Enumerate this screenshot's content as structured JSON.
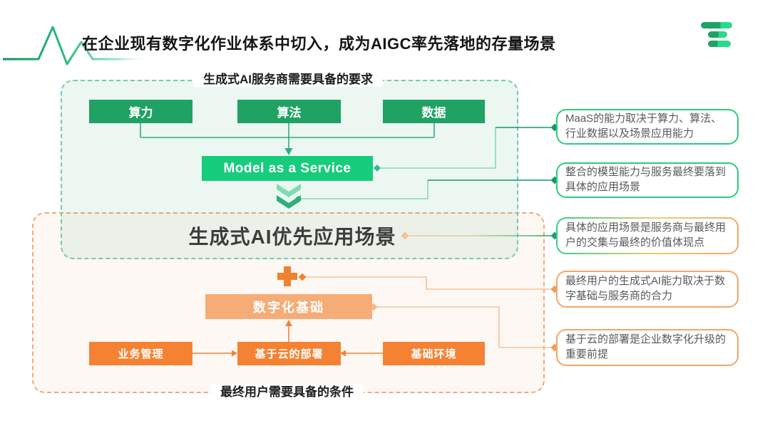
{
  "header": {
    "title": "在企业现有数字化作业体系中切入，成为AIGC率先落地的存量场景"
  },
  "provider_section": {
    "label": "生成式AI服务商需要具备的要求",
    "capabilities": [
      {
        "label": "算力"
      },
      {
        "label": "算法"
      },
      {
        "label": "数据"
      }
    ],
    "maas_label": "Model as a Service"
  },
  "scene_title": "生成式AI优先应用场景",
  "user_section": {
    "label": "最终用户需要具备的条件",
    "foundation_label": "数字化基础",
    "conditions": [
      {
        "label": "业务管理"
      },
      {
        "label": "基于云的部署"
      },
      {
        "label": "基础环境"
      }
    ]
  },
  "annotations": [
    {
      "text": "MaaS的能力取决于算力、算法、行业数据以及场景应用能力"
    },
    {
      "text": "整合的模型能力与服务最终要落到具体的应用场景"
    },
    {
      "text": "具体的应用场景是服务商与最终用户的交集与最终的价值体现点"
    },
    {
      "text": "最终用户的生成式AI能力取决于数字基础与服务商的合力"
    },
    {
      "text": "基于云的部署是企业数字化升级的重要前提"
    }
  ],
  "colors": {
    "dark_green": "#1FA263",
    "bright_green": "#17CC7D",
    "connector_green": "#0F9B66",
    "light_orange_box": "#F6AC76",
    "orange": "#F58233",
    "annotation_green_border": "#29CC80",
    "annotation_orange_border": "#F5A566",
    "annotation_text": "#595959",
    "title_text": "#151515"
  },
  "icons": {
    "pulse": "heartbeat-line-icon",
    "logo": "brand-logo-bars-icon",
    "chevron": "double-chevron-down-icon",
    "plus": "plus-icon"
  }
}
